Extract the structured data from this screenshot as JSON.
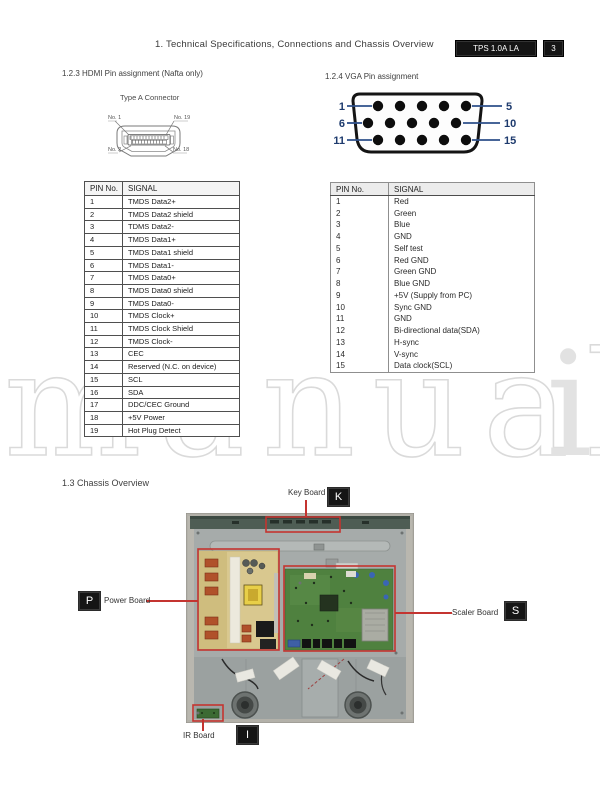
{
  "header": {
    "title": "1. Technical Specifications, Connections and Chassis Overview",
    "model_badge": "TPS 1.0A LA",
    "page_badge": "3"
  },
  "hdmi_section": {
    "heading": "1.2.3 HDMI Pin assignment (Nafta only)",
    "connector_title": "Type A Connector",
    "connector_pin_labels": [
      "No. 1",
      "No. 19",
      "No. 2",
      "No. 18"
    ],
    "table": {
      "headers": [
        "PIN No.",
        "SIGNAL"
      ],
      "rows": [
        [
          "1",
          "TMDS Data2+"
        ],
        [
          "2",
          "TMDS Data2 shield"
        ],
        [
          "3",
          "TDMS Data2-"
        ],
        [
          "4",
          "TMDS Data1+"
        ],
        [
          "5",
          "TMDS Data1 shield"
        ],
        [
          "6",
          "TMDS Data1-"
        ],
        [
          "7",
          "TMDS Data0+"
        ],
        [
          "8",
          "TMDS Data0 shield"
        ],
        [
          "9",
          "TMDS Data0-"
        ],
        [
          "10",
          "TMDS Clock+"
        ],
        [
          "11",
          "TMDS Clock Shield"
        ],
        [
          "12",
          "TMDS Clock-"
        ],
        [
          "13",
          "CEC"
        ],
        [
          "14",
          "Reserved (N.C. on device)"
        ],
        [
          "15",
          "SCL"
        ],
        [
          "16",
          "SDA"
        ],
        [
          "17",
          "DDC/CEC Ground"
        ],
        [
          "18",
          "+5V Power"
        ],
        [
          "19",
          "Hot Plug Detect"
        ]
      ]
    }
  },
  "vga_section": {
    "heading": "1.2.4 VGA Pin assignment",
    "connector_pin_numbers": [
      "1",
      "5",
      "6",
      "10",
      "11",
      "15"
    ],
    "table": {
      "headers": [
        "PIN No.",
        "SIGNAL"
      ],
      "rows": [
        [
          "1",
          "Red"
        ],
        [
          "2",
          "Green"
        ],
        [
          "3",
          "Blue"
        ],
        [
          "4",
          "GND"
        ],
        [
          "5",
          "Self test"
        ],
        [
          "6",
          "Red GND"
        ],
        [
          "7",
          "Green GND"
        ],
        [
          "8",
          "Blue GND"
        ],
        [
          "9",
          "+5V (Supply from PC)"
        ],
        [
          "10",
          "Sync GND"
        ],
        [
          "11",
          "GND"
        ],
        [
          "12",
          "Bi-directional data(SDA)"
        ],
        [
          "13",
          "H-sync"
        ],
        [
          "14",
          "V-sync"
        ],
        [
          "15",
          "Data clock(SCL)"
        ]
      ]
    }
  },
  "chassis_section": {
    "heading": "1.3 Chassis Overview",
    "key_board": {
      "badge": "K",
      "label": "Key Board"
    },
    "power_board": {
      "badge": "P",
      "label": "Power Board"
    },
    "scaler_board": {
      "badge": "S",
      "label": "Scaler Board"
    },
    "ir_board": {
      "badge": "I",
      "label": "IR Board"
    }
  },
  "watermark": {
    "outline": "manual",
    "solid": "i"
  },
  "colors": {
    "annotation_red": "#c43430",
    "pin_label_blue": "#1d3a6d",
    "badge_background": "#151515"
  }
}
